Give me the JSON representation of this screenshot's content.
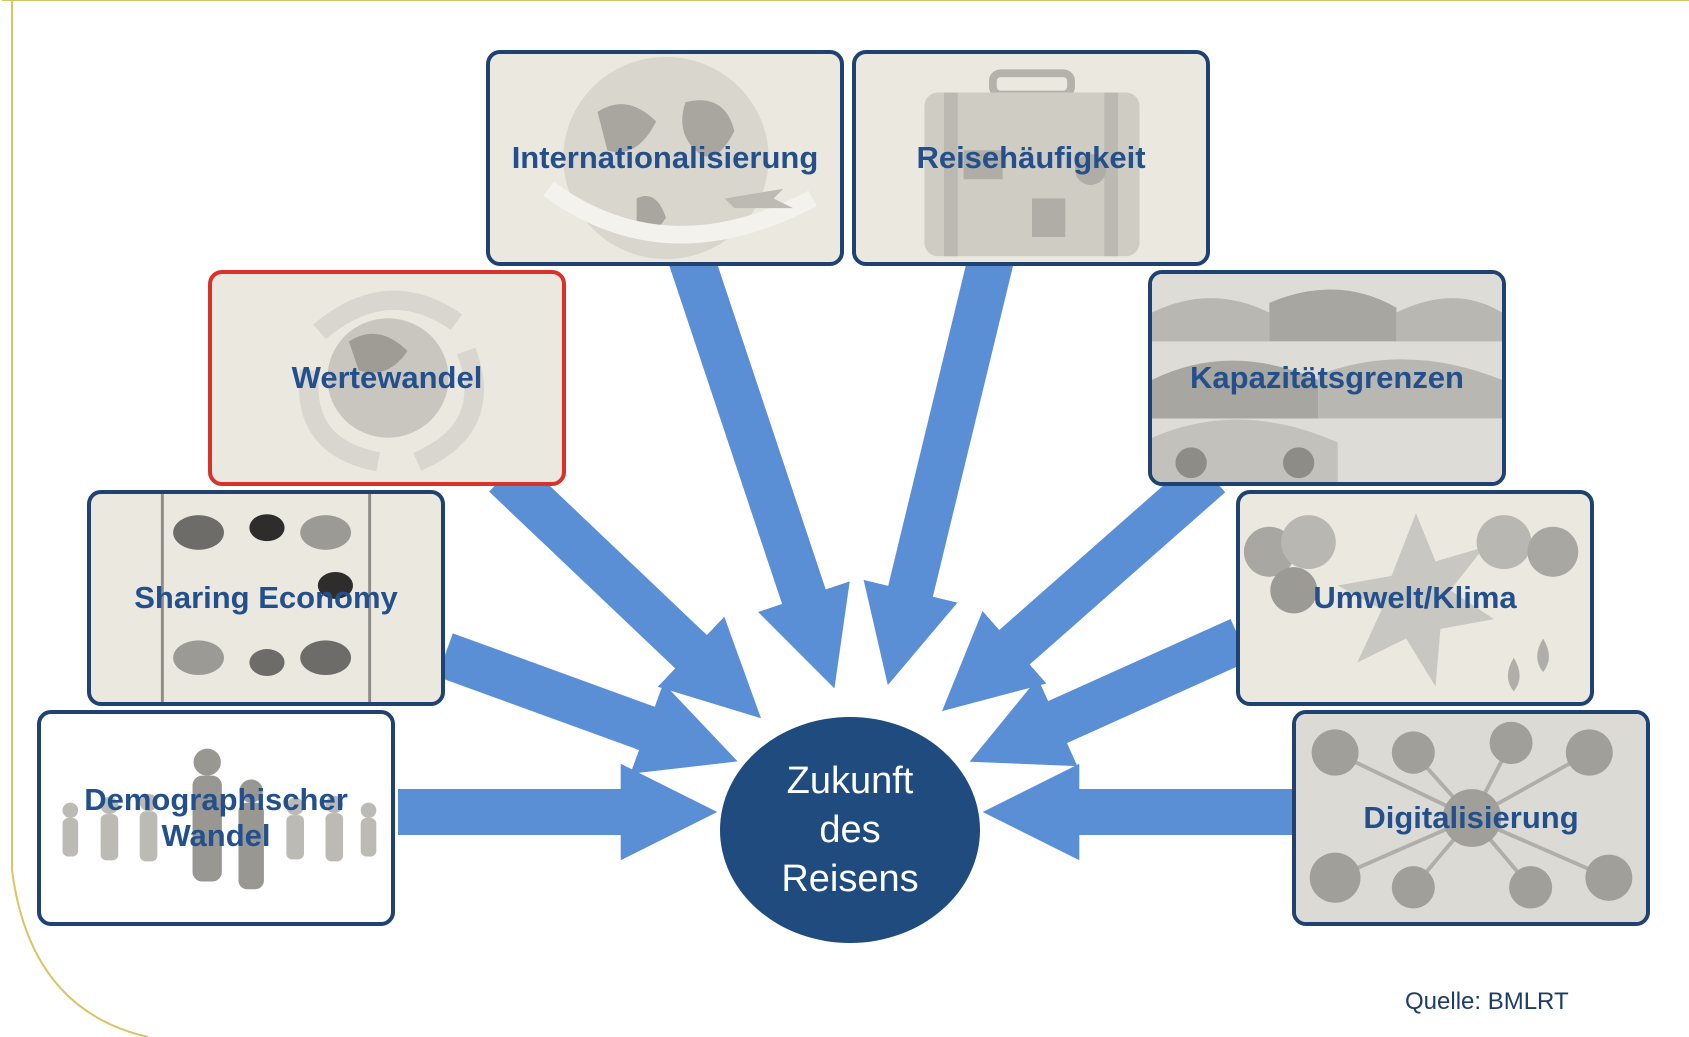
{
  "center": {
    "lines": [
      "Zukunft",
      "des",
      "Reisens"
    ]
  },
  "boxes": {
    "internationalisierung": "Internationalisierung",
    "reisehaeufigkeit": "Reisehäufigkeit",
    "wertewandel": "Wertewandel",
    "kapazitaetsgrenzen": "Kapazitätsgrenzen",
    "sharing_economy": "Sharing Economy",
    "umwelt_klima": "Umwelt/Klima",
    "demographischer_wandel": "Demographischer Wandel",
    "digitalisierung": "Digitalisierung"
  },
  "source": "Quelle: BMLRT",
  "colors": {
    "arrow": "#5a8fd6",
    "box_border": "#1f4273",
    "highlight_border": "#d9322a",
    "label": "#23508c",
    "circle": "#1f4b7e",
    "frame_line": "#d8c566"
  }
}
